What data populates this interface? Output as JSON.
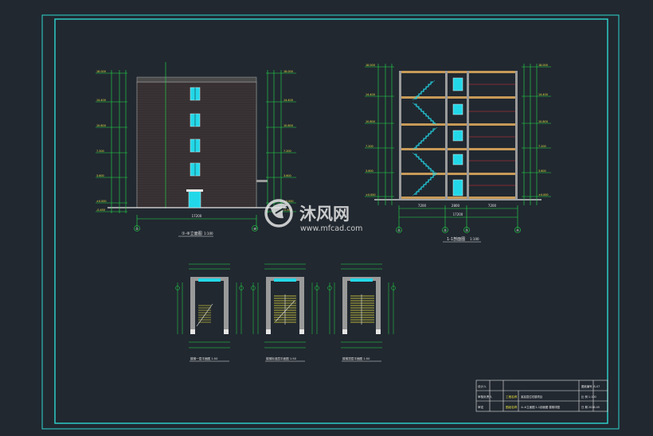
{
  "colors": {
    "background": "#212830",
    "frame": "#2fd6d0",
    "dim": "#22e04a",
    "cyan": "#22d8e8",
    "brick": "#3a3436",
    "wall": "#9a9a9a",
    "red": "#e0323a",
    "yellow": "#e8e042",
    "white": "#e6e6e6",
    "wood": "#c79a58"
  },
  "watermark": {
    "brand_cn": "沐风网",
    "url": "www.mfcad.com"
  },
  "elevation": {
    "title": "①-⑧立面图",
    "scale": "1:100",
    "width_dim": "17200",
    "axis_left": "①",
    "axis_right": "⑧",
    "levels": [
      "18.000",
      "14.400",
      "10.800",
      "7.200",
      "3.600",
      "±0.000",
      "-0.450"
    ]
  },
  "section": {
    "title": "1-1剖面图",
    "scale": "1:100",
    "total_dim": "17200",
    "bay_dims": [
      "7200",
      "2800",
      "7200"
    ],
    "axes": [
      "①",
      "②",
      "③",
      "④"
    ],
    "levels": [
      "18.000",
      "14.400",
      "10.800",
      "7.200",
      "3.600",
      "±0.000"
    ]
  },
  "stair_plans": [
    {
      "title": "楼梯一层平面图 1:50"
    },
    {
      "title": "楼梯标准层平面图 1:50"
    },
    {
      "title": "楼梯顶层平面图 1:50"
    }
  ],
  "title_block": {
    "rows_left": [
      "设计人",
      "审核负责人",
      "审定"
    ],
    "project_label": "工程名称",
    "project_name": "某高层住宅楼项目",
    "drawing_label": "图纸名称",
    "drawing_name": "①-⑧立面图 1-1剖面图 楼梯详图",
    "right_rows": [
      "图纸编号 JS-07",
      "比 例 1:100",
      "日 期 2018.05"
    ]
  }
}
